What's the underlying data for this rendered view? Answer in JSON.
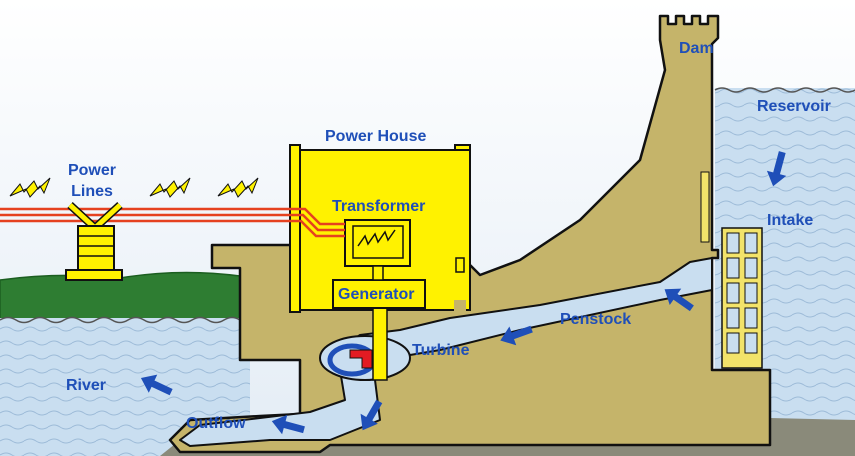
{
  "labels": {
    "dam": "Dam",
    "reservoir": "Reservoir",
    "power_house": "Power House",
    "power_lines_1": "Power",
    "power_lines_2": "Lines",
    "transformer": "Transformer",
    "generator": "Generator",
    "intake": "Intake",
    "penstock": "Penstock",
    "turbine": "Turbine",
    "river": "River",
    "outflow": "Outflow"
  },
  "colors": {
    "sky": "#eef3f8",
    "water": "#c9def0",
    "water_wave": "#9dbbd8",
    "dam": "#c5b46a",
    "power_house": "#fff200",
    "outline": "#111111",
    "grass": "#2e7d32",
    "power_line": "#e5411f",
    "arrow": "#1f4fb8",
    "label": "#1f4fb8",
    "riverbed": "#8a8a7a"
  }
}
